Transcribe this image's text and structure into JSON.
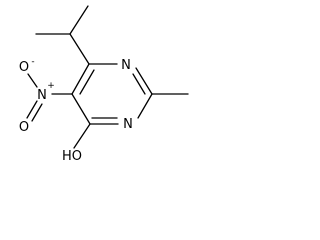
{
  "structure": {
    "atoms": {
      "ring_n_upper": "N",
      "ring_n_lower": "N",
      "nitro_n": "N",
      "nitro_o_upper": "O",
      "hydroxyl": "HO"
    },
    "charges": {
      "nitro_n": "+",
      "nitro_o_upper": "-"
    },
    "colors": {
      "bond": "#000000",
      "label": "#000000",
      "background": "#ffffff"
    }
  }
}
